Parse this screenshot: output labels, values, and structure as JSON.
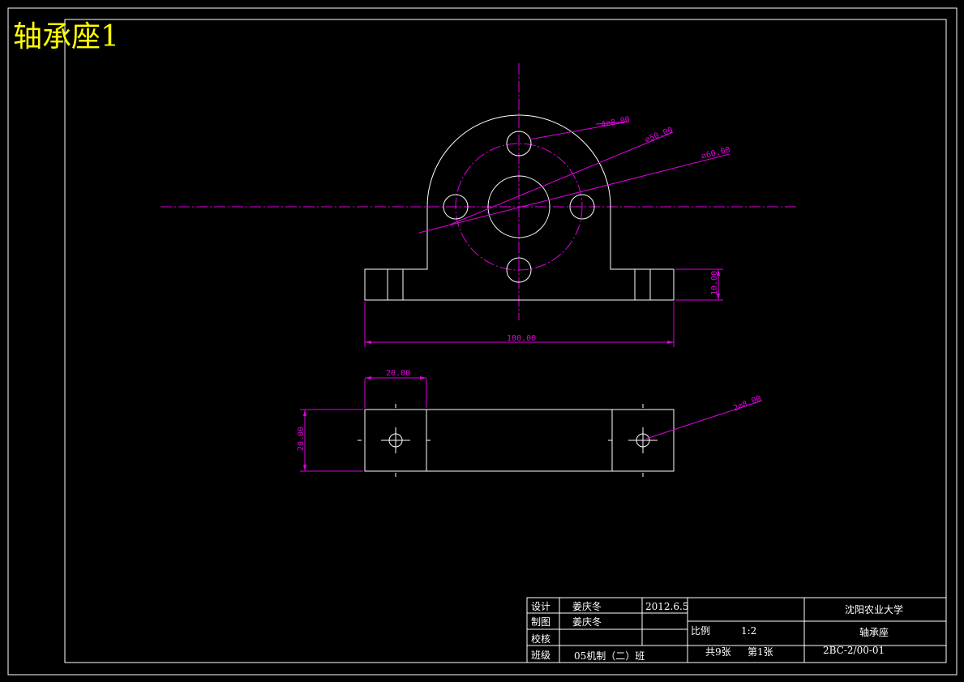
{
  "drawing_title": "轴承座1",
  "dimensions": {
    "hole_4x": "4⌀8.00",
    "bolt_circle": "⌀50.00",
    "bore": "⌀60.00",
    "base_height": "10.00",
    "base_width": "100.00",
    "top_view_width": "20.00",
    "top_view_depth": "20.00",
    "top_view_holes": "2⌀8.00"
  },
  "title_block": {
    "design_label": "设计",
    "design_name": "姜庆冬",
    "design_date": "2012.6.5",
    "drawn_label": "制图",
    "drawn_name": "姜庆冬",
    "check_label": "校核",
    "class_label": "班级",
    "class_value": "05机制（二）班",
    "scale_label": "比例",
    "scale_value": "1:2",
    "sheets_total": "共9张",
    "sheet_no": "第1张",
    "school": "沈阳农业大学",
    "part_name": "轴承座",
    "drawing_no": "2BC-2/00-01"
  }
}
